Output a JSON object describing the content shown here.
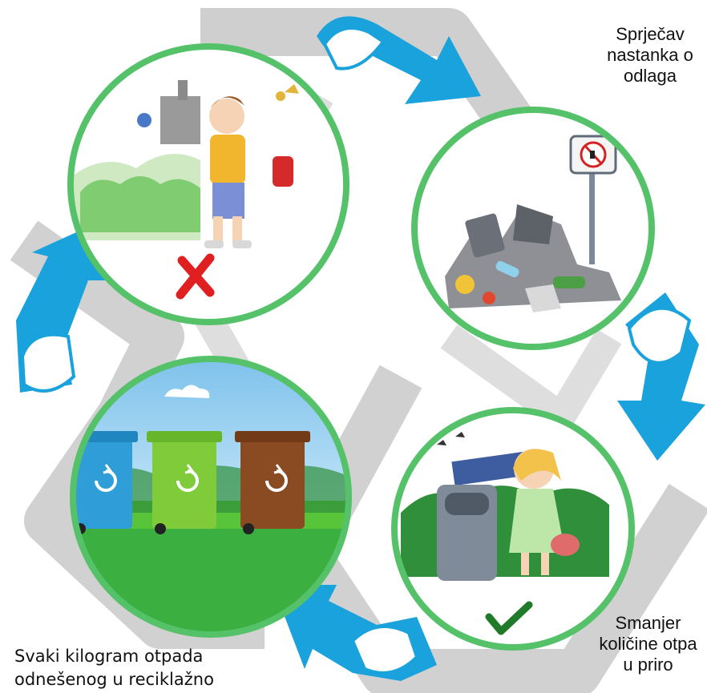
{
  "captions": {
    "top_right": [
      "Sprječav",
      "nastanka o",
      "odlaga"
    ],
    "bottom_right": [
      "Smanjer",
      "količine otpa",
      "u priro"
    ],
    "bottom_left": [
      "Svaki kilogram otpada",
      "odnešenog u reciklažno"
    ]
  },
  "scenes": [
    {
      "id": "littering-boy",
      "icon": "cross-mark-icon",
      "mark_color": "#e02020"
    },
    {
      "id": "waste-pile",
      "icon": "no-littering-sign-icon"
    },
    {
      "id": "girl-bin",
      "icon": "check-mark-icon",
      "mark_color": "#1f7a2a"
    },
    {
      "id": "recycling-bins",
      "icon": "recycle-icon",
      "bin_colors": [
        "#2f9ed8",
        "#7fcb3a",
        "#8a4a22"
      ]
    }
  ],
  "colors": {
    "circle_border": "#55c26a",
    "arrow": "#1aa2dc",
    "background_recycle": "#c9c9c9"
  }
}
